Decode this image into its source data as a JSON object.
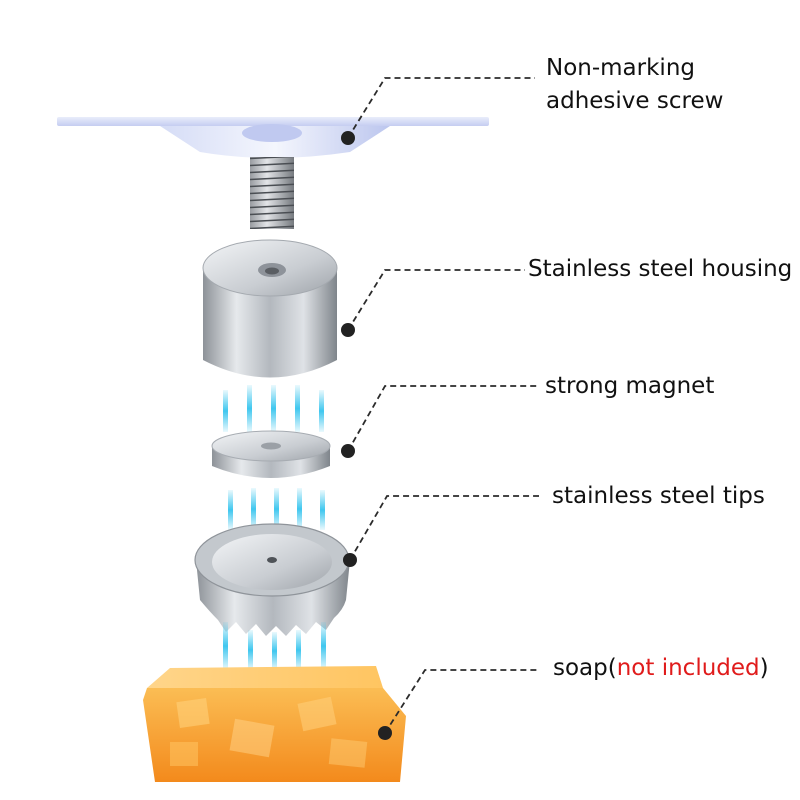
{
  "colors": {
    "accent_red": "#e01b1b",
    "leader_line": "#2b2b2b",
    "magnetic_field": "#35c4ee",
    "soap": "#f59a2c",
    "adhesive_plate": "#cdd6f5",
    "steel": "#b9bec4"
  },
  "labels": {
    "adhesive_line1": "Non-marking",
    "adhesive_line2": "adhesive screw",
    "housing": "Stainless steel housing",
    "magnet": "strong magnet",
    "tips": "stainless steel tips",
    "soap_main": "soap(",
    "soap_note": "not included",
    "soap_close": ")"
  }
}
